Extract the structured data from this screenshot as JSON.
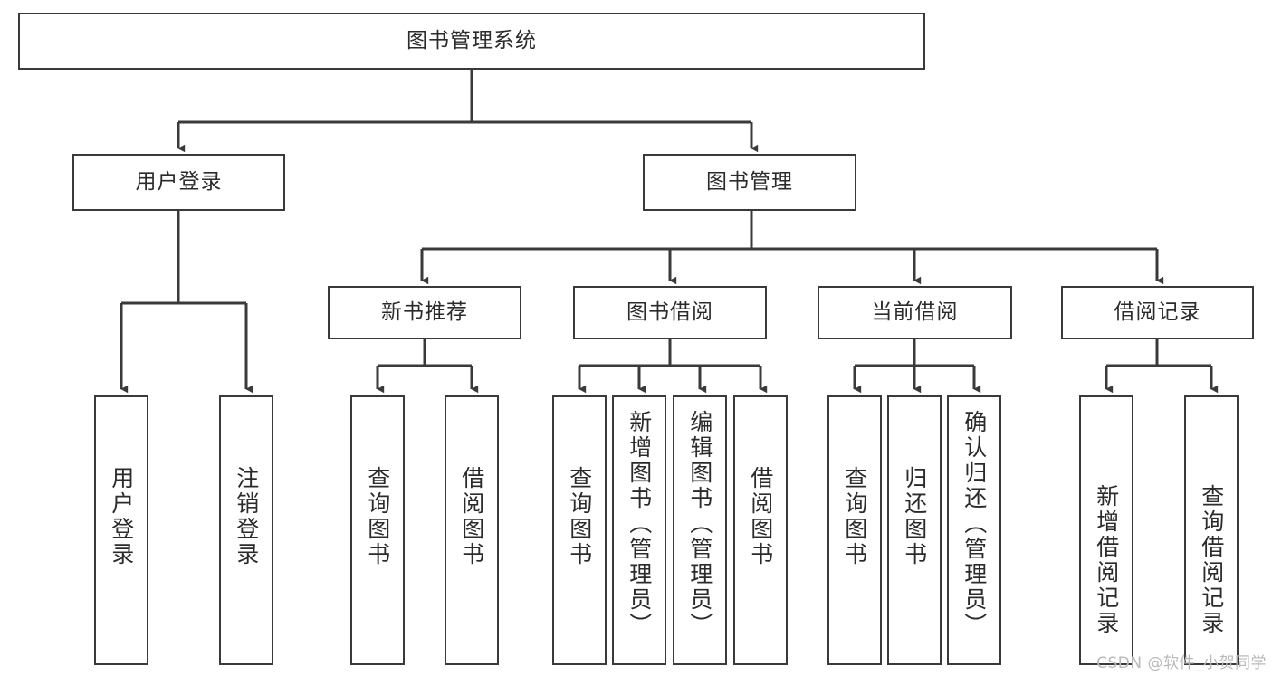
{
  "diagram": {
    "title": "图书管理系统",
    "type": "tree-hierarchy",
    "orientation": "top-down",
    "colors": {
      "background": "#ffffff",
      "box_border": "#3a3a3a",
      "box_fill": "#ffffff",
      "text": "#2b2b2b",
      "edge": "#3a3a3a",
      "watermark": "#b9b9b9"
    },
    "root": {
      "id": "root",
      "label": "图书管理系统"
    },
    "level2": [
      {
        "id": "user-login",
        "label": "用户登录"
      },
      {
        "id": "book-manage",
        "label": "图书管理"
      }
    ],
    "level3": [
      {
        "id": "new-book-recommend",
        "label": "新书推荐"
      },
      {
        "id": "book-borrow",
        "label": "图书借阅"
      },
      {
        "id": "current-borrow",
        "label": "当前借阅"
      },
      {
        "id": "borrow-record",
        "label": "借阅记录"
      }
    ],
    "leaves": {
      "user-login": [
        {
          "id": "leaf-user-login",
          "label": "用户登录"
        },
        {
          "id": "leaf-user-logout",
          "label": "注销登录"
        }
      ],
      "new-book-recommend": [
        {
          "id": "leaf-query-book-1",
          "label": "查询图书"
        },
        {
          "id": "leaf-borrow-book-1",
          "label": "借阅图书"
        }
      ],
      "book-borrow": [
        {
          "id": "leaf-query-book-2",
          "label": "查询图书"
        },
        {
          "id": "leaf-add-book",
          "label": "新增图书（管理员）"
        },
        {
          "id": "leaf-edit-book",
          "label": "编辑图书（管理员）"
        },
        {
          "id": "leaf-borrow-book-2",
          "label": "借阅图书"
        }
      ],
      "current-borrow": [
        {
          "id": "leaf-query-book-3",
          "label": "查询图书"
        },
        {
          "id": "leaf-return-book",
          "label": "归还图书"
        },
        {
          "id": "leaf-confirm-return",
          "label": "确认归还（管理员）"
        }
      ],
      "borrow-record": [
        {
          "id": "leaf-add-record",
          "label": "新增借阅记录"
        },
        {
          "id": "leaf-query-record",
          "label": "查询借阅记录"
        }
      ]
    }
  },
  "watermark": {
    "text": "CSDN @软件_小贺同学"
  }
}
